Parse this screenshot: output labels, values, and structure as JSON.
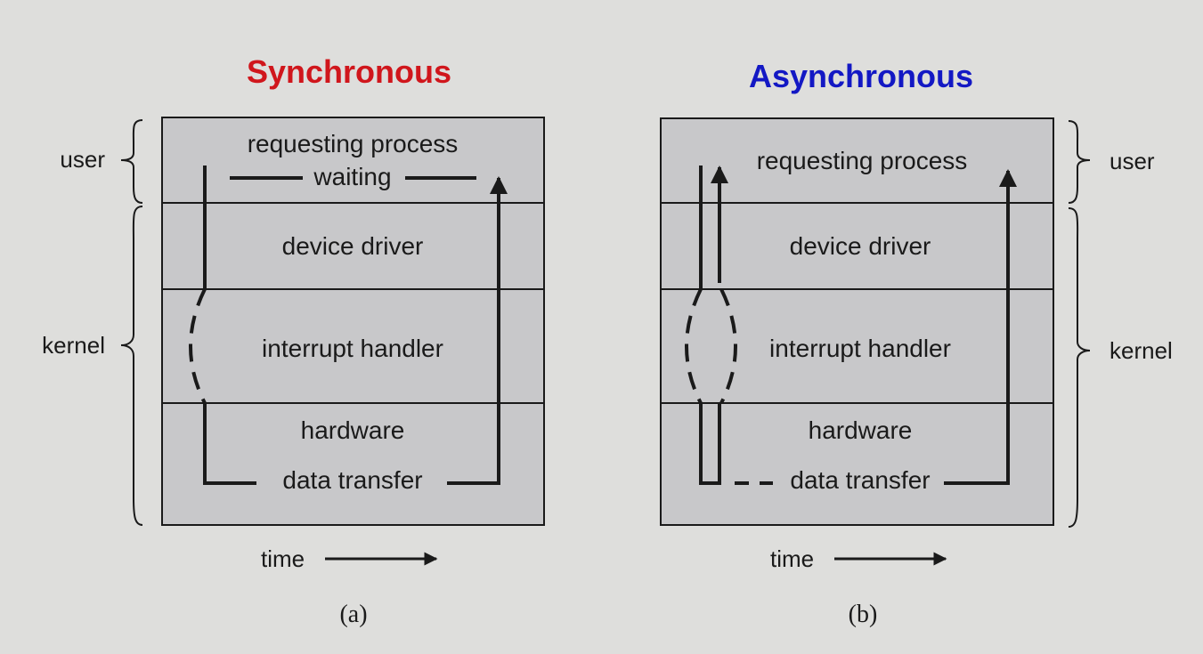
{
  "colors": {
    "background": "#dededc",
    "panel_fill": "#c8c8ca",
    "line": "#1a1a1a",
    "sync_title": "#d0161c",
    "async_title": "#1318c4"
  },
  "diagrams": {
    "sync": {
      "title": "Synchronous",
      "layers": [
        "requesting process",
        "device driver",
        "interrupt handler",
        "hardware"
      ],
      "waiting": "waiting",
      "data_transfer": "data transfer",
      "side_user": "user",
      "side_kernel": "kernel",
      "time": "time",
      "caption": "(a)"
    },
    "async": {
      "title": "Asynchronous",
      "layers": [
        "requesting process",
        "device driver",
        "interrupt handler",
        "hardware"
      ],
      "data_transfer": "data transfer",
      "side_user": "user",
      "side_kernel": "kernel",
      "time": "time",
      "caption": "(b)"
    }
  }
}
